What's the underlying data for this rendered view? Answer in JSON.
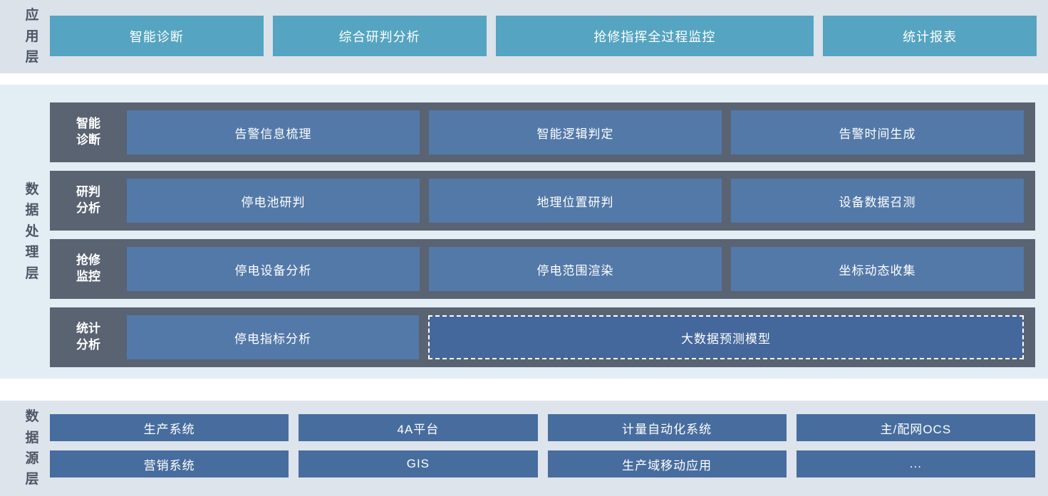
{
  "app_layer": {
    "label": "应用层",
    "buttons": [
      "智能诊断",
      "综合研判分析",
      "抢修指挥全过程监控",
      "统计报表"
    ]
  },
  "processing_layer": {
    "label": "数据处理层",
    "rows": [
      {
        "label": "智能诊断",
        "buttons": [
          "告警信息梳理",
          "智能逻辑判定",
          "告警时间生成"
        ]
      },
      {
        "label": "研判分析",
        "buttons": [
          "停电池研判",
          "地理位置研判",
          "设备数据召测"
        ]
      },
      {
        "label": "抢修监控",
        "buttons": [
          "停电设备分析",
          "停电范围渲染",
          "坐标动态收集"
        ]
      },
      {
        "label": "统计分析",
        "buttons": [
          "停电指标分析"
        ],
        "dashed_button": "大数据预测模型"
      }
    ]
  },
  "source_layer": {
    "label": "数据源层",
    "rows": [
      [
        "生产系统",
        "4A平台",
        "计量自动化系统",
        "主/配网OCS"
      ],
      [
        "营销系统",
        "GIS",
        "生产域移动应用",
        "..."
      ]
    ]
  },
  "colors": {
    "app_button": "#55a4c1",
    "process_row": "#5a6372",
    "process_button": "#5379a8",
    "dashed_button": "#44689b",
    "source_button": "#476d9e",
    "app_band_bg": "#dbe2ea",
    "process_band_bg": "#e2edf4",
    "source_band_bg": "#dee4ec",
    "label_text": "#4d5665"
  }
}
